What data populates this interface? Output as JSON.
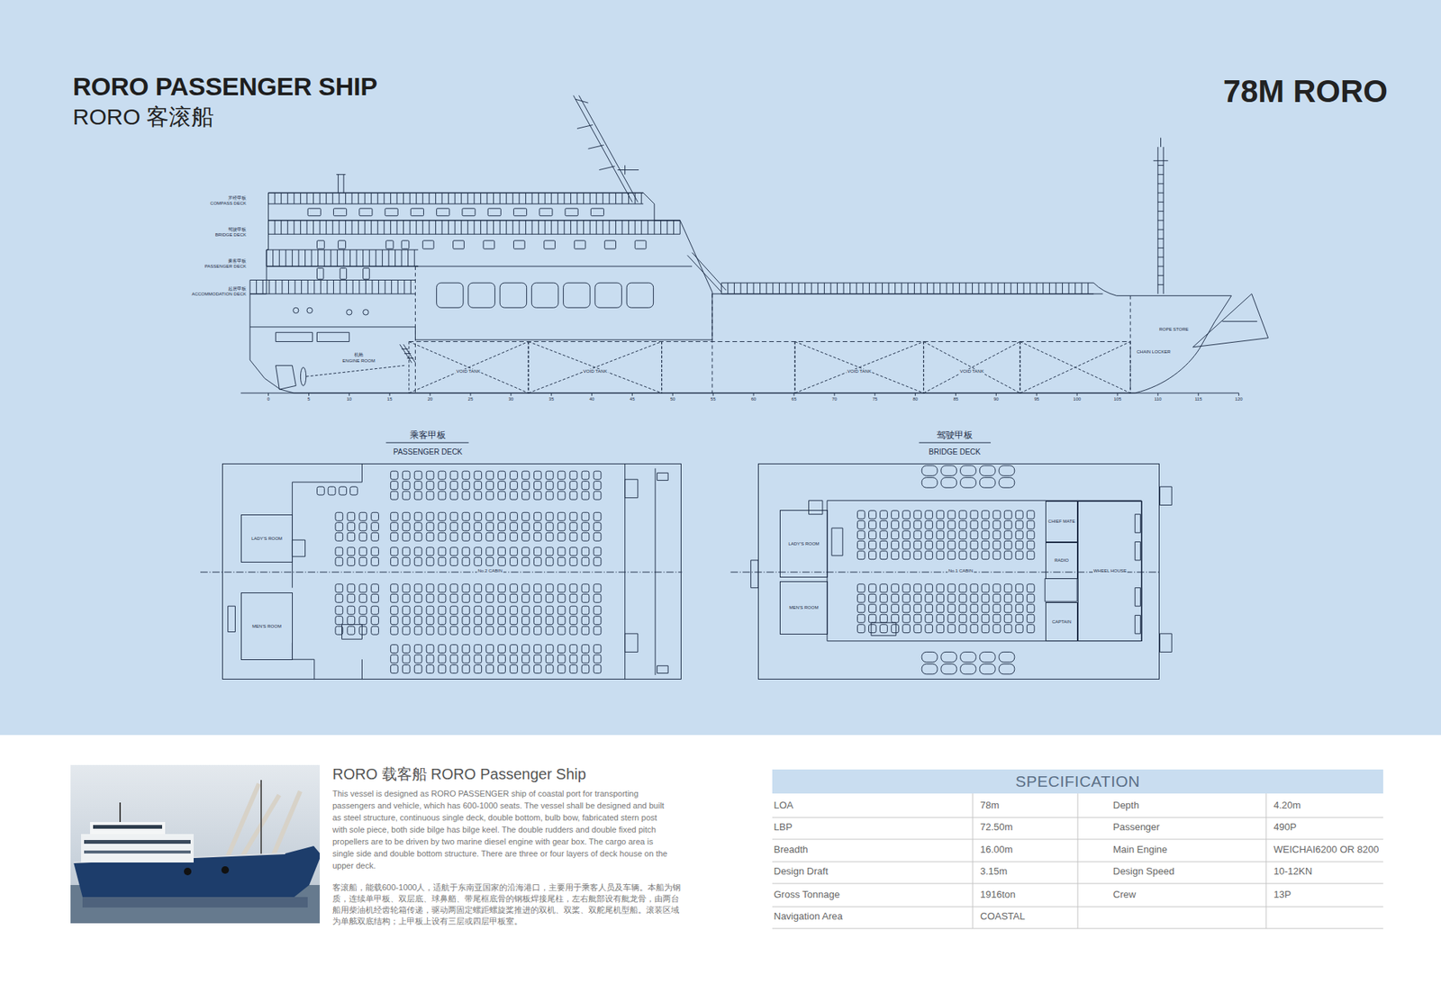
{
  "diagram": {
    "title": "RORO PASSENGER SHIP",
    "nodes": [
      {
        "text": [
          "乘客甲板",
          "PASSENGER DECK"
        ]
      },
      {
        "text": [
          "LADY'S ROOM"
        ],
        "in": 0
      },
      {
        "text": [
          "MEN'S ROOM"
        ],
        "in": 0
      },
      {
        "text": [
          "驾驶甲板",
          "BRIDGE DECK"
        ]
      },
      {
        "text": [
          "LADY'S ROOM"
        ],
        "in": 3
      },
      {
        "text": [
          "MEN'S ROOM"
        ],
        "in": 3
      },
      {
        "text": [
          "CHIEF MATE"
        ],
        "in": 3
      },
      {
        "text": [
          "RADIO"
        ],
        "in": 3
      },
      {
        "text": [
          "CAPTAIN"
        ],
        "in": 3
      },
      {
        "text": [
          "WHEEL HOUSE"
        ],
        "in": 3
      },
      {
        "text": [
          "SPECIFICATION"
        ]
      }
    ],
    "labels": [
      "RORO 客滚船",
      "78M RORO",
      "罗经甲板",
      "COMPASS DECK",
      "驾驶甲板",
      "BRIDGE DECK",
      "乘客甲板",
      "PASSENGER DECK",
      "起居甲板",
      "ACCOMMODATION DECK",
      "机舱",
      "ENGINE ROOM",
      "VOID TANK",
      "VOID TANK",
      "VOID TANK",
      "VOID TANK",
      "ROPE STORE",
      "CHAIN LOCKER",
      "0",
      "5",
      "10",
      "15",
      "20",
      "25",
      "30",
      "35",
      "40",
      "45",
      "50",
      "55",
      "60",
      "65",
      "70",
      "75",
      "80",
      "85",
      "90",
      "95",
      "100",
      "105",
      "110",
      "115",
      "120",
      "No.2 CABIN",
      "No.1 CABIN",
      "RORO 载客船 RORO Passenger Ship",
      "This vessel is designed as RORO PASSENGER ship of coastal port for transporting passengers and vehicle, which has 600-1000 seats. The vessel shall be designed and built as steel structure, continuous single deck, double bottom, bulb bow, fabricated stern post with sole piece, both side bilge has bilge keel. The double rudders and double fixed pitch propellers are to be driven by two marine diesel engine with gear box. The cargo area is single side and double bottom structure. There are three or four layers of deck house on the upper deck.",
      "客滚船，能载600-1000人，适航于东南亚国家的沿海港口，主要用于乘客人员及车辆。本船为钢质，连续单甲板、双层底、球鼻艏、带尾框底骨的钢板焊接尾柱，左右舭部设有舭龙骨，由两台船用柴油机经齿轮箱传递，驱动两固定螺距螺旋桨推进的双机、双桨、双舵尾机型船。滚装区域为单舷双底结构；上甲板上设有三层或四层甲板室。",
      "LOA",
      "78m",
      "Depth",
      "4.20m",
      "LBP",
      "72.50m",
      "Passenger",
      "490P",
      "Breadth",
      "16.00m",
      "Main Engine",
      "WEICHAI6200 OR 8200",
      "Design Draft",
      "3.15m",
      "Design Speed",
      "10-12KN",
      "Gross Tonnage",
      "1916ton",
      "Crew",
      "13P",
      "Navigation Area",
      "COASTAL"
    ]
  }
}
